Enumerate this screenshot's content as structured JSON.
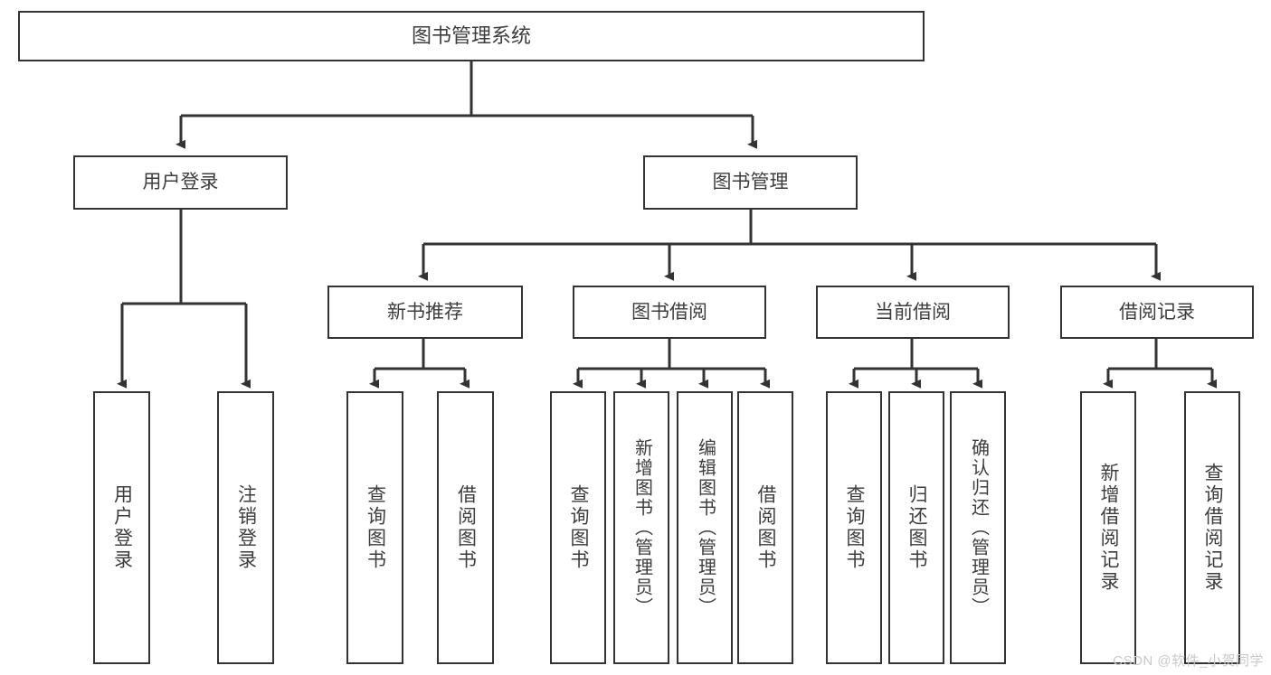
{
  "diagram": {
    "title": "图书管理系统",
    "root": {
      "label": "图书管理系统"
    },
    "tier2": [
      {
        "label": "用户登录"
      },
      {
        "label": "图书管理"
      }
    ],
    "tier3": [
      {
        "label": "新书推荐"
      },
      {
        "label": "图书借阅"
      },
      {
        "label": "当前借阅"
      },
      {
        "label": "借阅记录"
      }
    ],
    "leaves": {
      "user_login": [
        {
          "label": "用户登录"
        },
        {
          "label": "注销登录"
        }
      ],
      "new_book": [
        {
          "label": "查询图书"
        },
        {
          "label": "借阅图书"
        }
      ],
      "borrow_book": [
        {
          "label": "查询图书"
        },
        {
          "label": "新增图书（管理员）"
        },
        {
          "label": "编辑图书（管理员）"
        },
        {
          "label": "借阅图书"
        }
      ],
      "current_borrow": [
        {
          "label": "查询图书"
        },
        {
          "label": "归还图书"
        },
        {
          "label": "确认归还（管理员）"
        }
      ],
      "borrow_record": [
        {
          "label": "新增借阅记录"
        },
        {
          "label": "查询借阅记录"
        }
      ]
    }
  },
  "watermark": {
    "text": "CSDN @软件_小贺同学"
  },
  "colors": {
    "border": "#333333",
    "text": "#3d3d3d",
    "background": "#ffffff",
    "watermark": "#c9c9c9"
  }
}
